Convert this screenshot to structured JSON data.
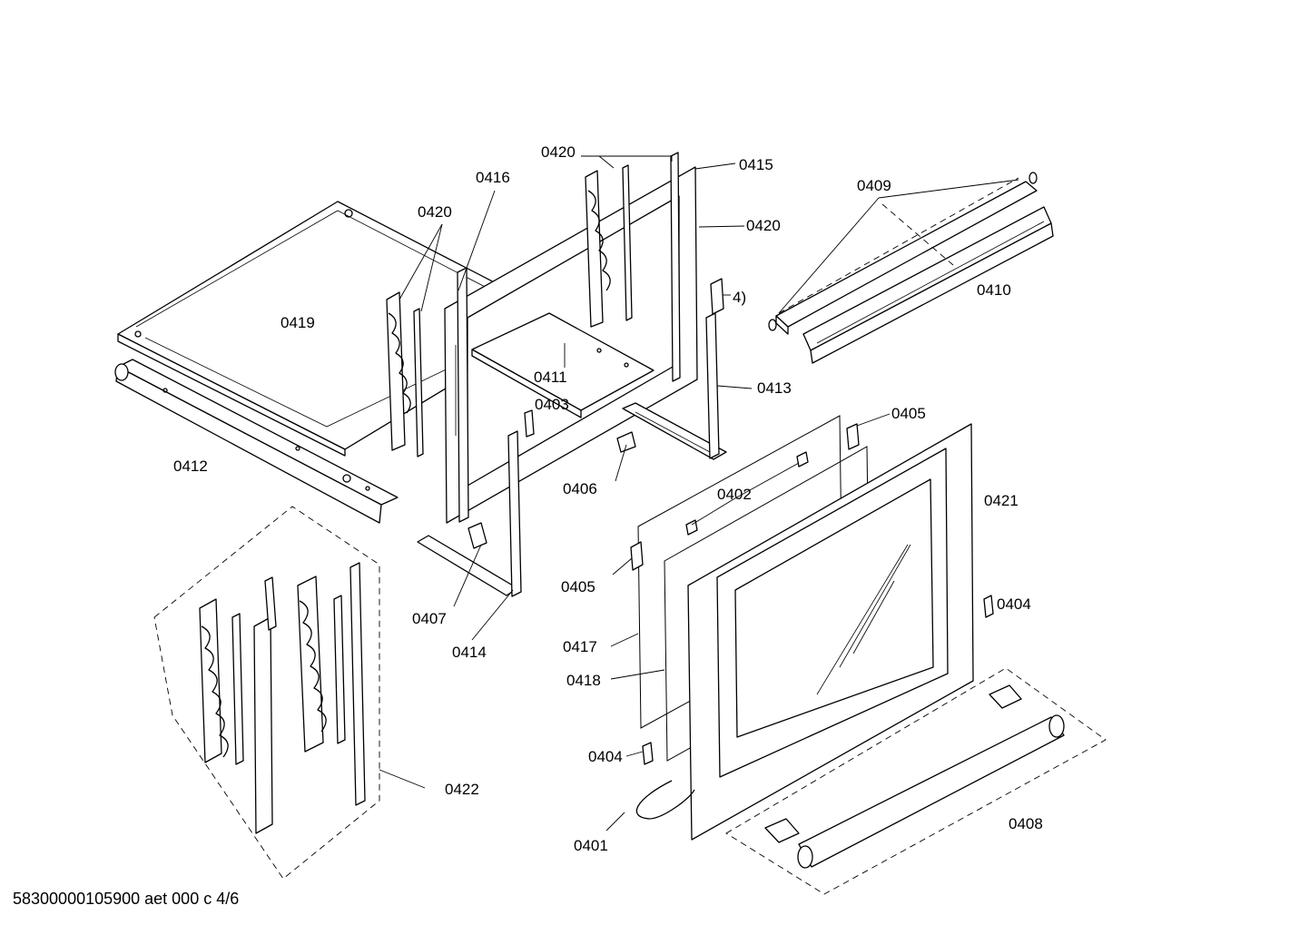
{
  "labels": {
    "l0401": "0401",
    "l0402": "0402",
    "l0403": "0403",
    "l0404a": "0404",
    "l0404b": "0404",
    "l0405a": "0405",
    "l0405b": "0405",
    "l0406": "0406",
    "l0407": "0407",
    "l0408": "0408",
    "l0409": "0409",
    "l0410": "0410",
    "l0411": "0411",
    "l0412": "0412",
    "l0413": "0413",
    "l0414": "0414",
    "l0415": "0415",
    "l0416": "0416",
    "l0417": "0417",
    "l0418": "0418",
    "l0419": "0419",
    "l0420a": "0420",
    "l0420b": "0420",
    "l0420c": "0420",
    "l0421": "0421",
    "l0422": "0422",
    "l4": "4)"
  },
  "footer": "58300000105900 aet 000 c 4/6"
}
